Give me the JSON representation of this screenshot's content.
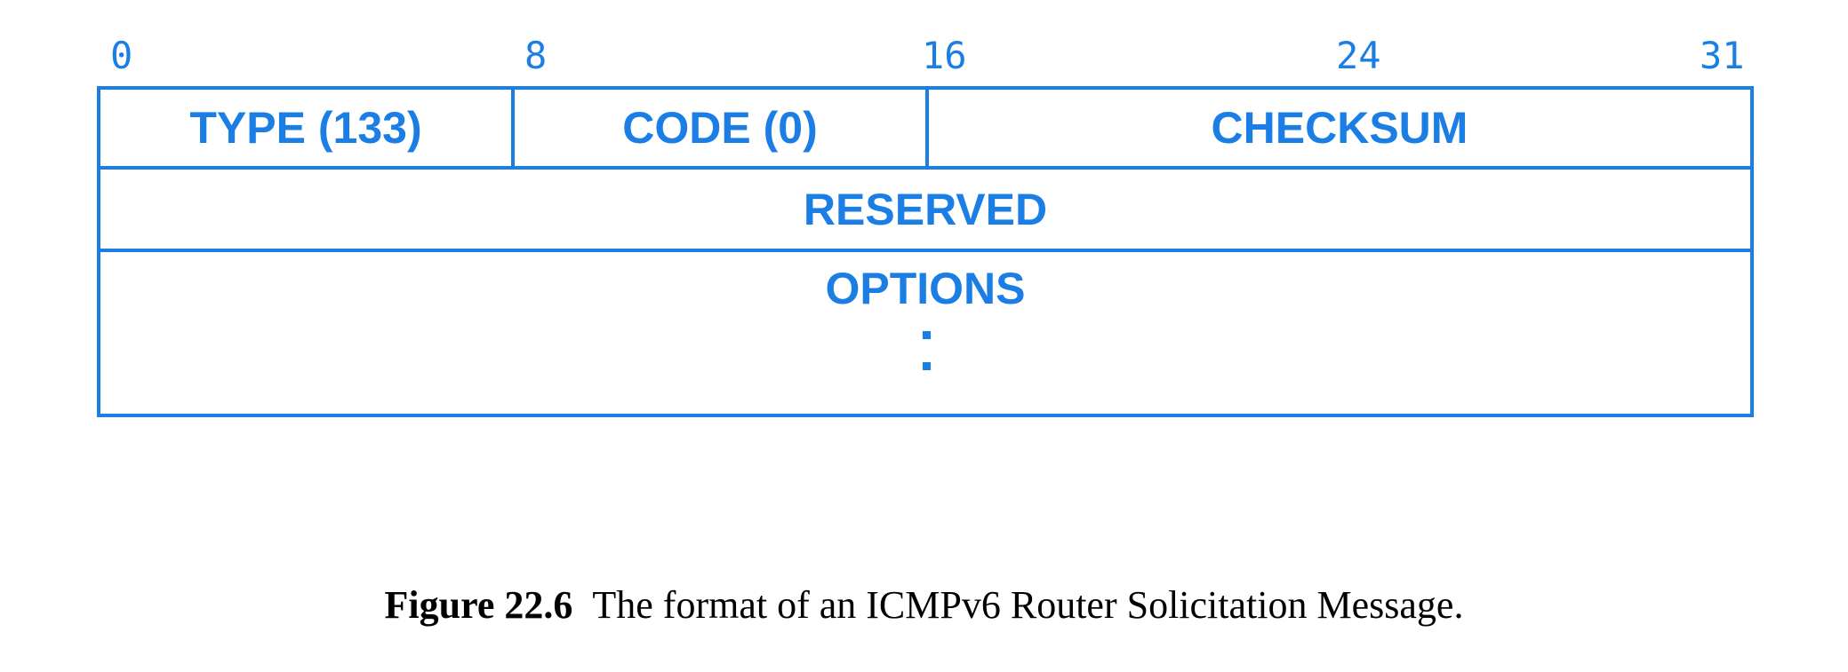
{
  "bit_positions": [
    "0",
    "8",
    "16",
    "24",
    "31"
  ],
  "fields": {
    "type": "TYPE (133)",
    "code": "CODE (0)",
    "checksum": "CHECKSUM",
    "reserved": "RESERVED",
    "options": "OPTIONS"
  },
  "caption": {
    "label": "Figure 22.6",
    "text": "The format of an ICMPv6 Router Solicitation Message."
  },
  "colors": {
    "diagram": "#1b7ee5",
    "caption": "#000000",
    "background": "#ffffff"
  }
}
